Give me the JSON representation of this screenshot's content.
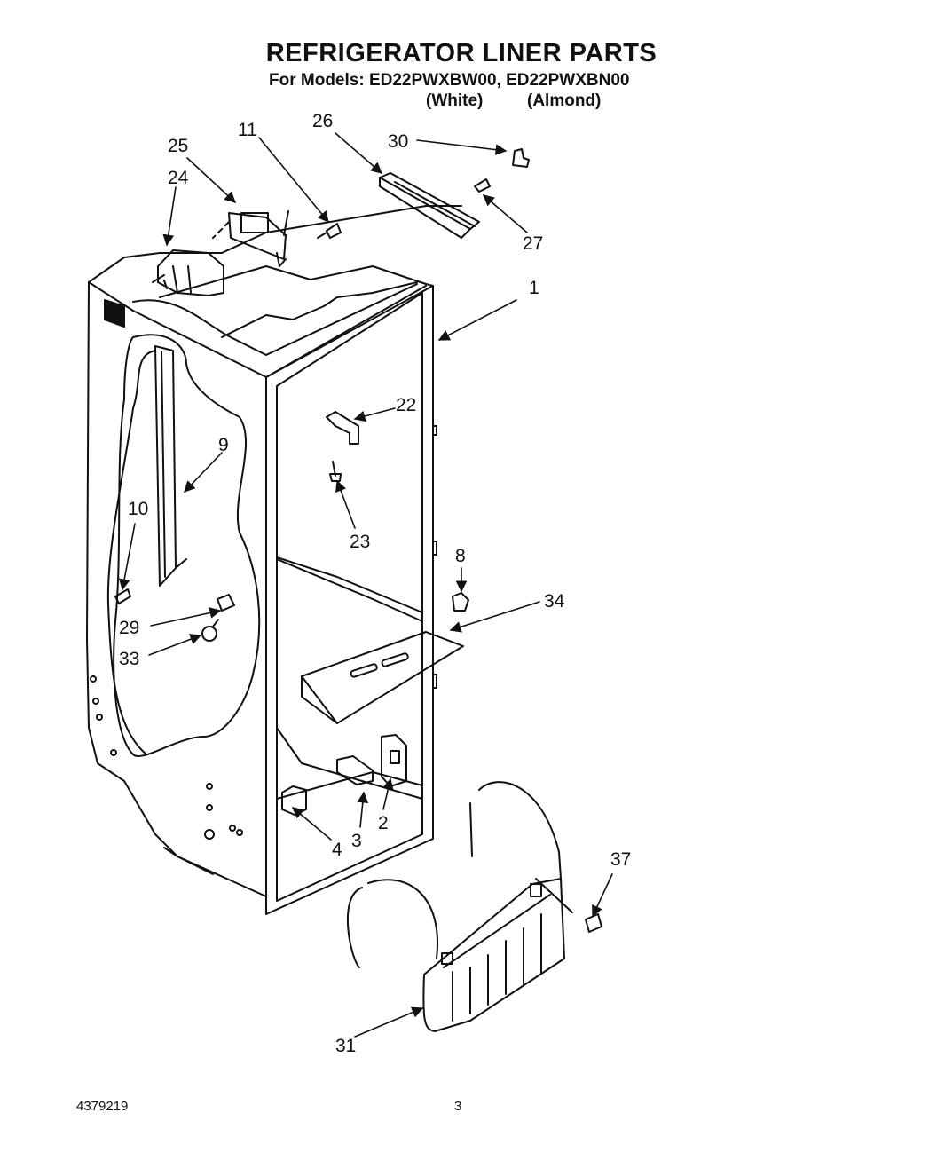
{
  "header": {
    "title": "REFRIGERATOR LINER PARTS",
    "models_line": "For Models: ED22PWXBW00, ED22PWXBN00",
    "variant_white": "(White)",
    "variant_almond": "(Almond)"
  },
  "callouts": [
    "1",
    "2",
    "3",
    "4",
    "8",
    "9",
    "10",
    "11",
    "22",
    "23",
    "24",
    "25",
    "26",
    "27",
    "29",
    "30",
    "31",
    "33",
    "34",
    "37"
  ],
  "footer": {
    "doc_number": "4379219",
    "page_number": "3"
  },
  "colors": {
    "ink": "#111111",
    "paper": "#ffffff"
  }
}
